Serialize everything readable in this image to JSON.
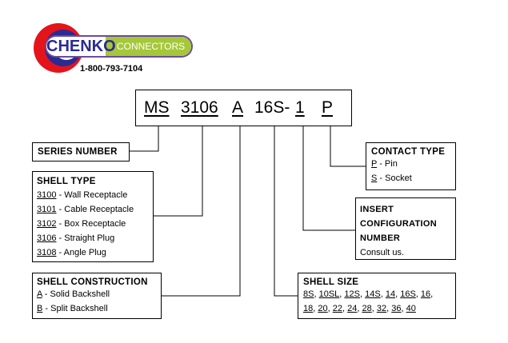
{
  "logo": {
    "brand": "CHENKO",
    "word": "CONNECTORS",
    "phone": "1-800-793-7104",
    "colors": {
      "red": "#e4141b",
      "blue": "#2b2a93",
      "purple": "#6b4c9a",
      "green": "#a5c739"
    }
  },
  "part_number": {
    "segments": [
      {
        "text": "MS",
        "underlined": true
      },
      {
        "text": "3106",
        "underlined": true
      },
      {
        "text": "A",
        "underlined": true
      },
      {
        "text": "16S-",
        "underlined": false
      },
      {
        "text": "1",
        "underlined": true
      },
      {
        "text": "P",
        "underlined": true
      }
    ]
  },
  "series_number": {
    "title": "SERIES NUMBER"
  },
  "shell_type": {
    "title": "SHELL TYPE",
    "items": [
      {
        "code": "3100",
        "desc": " - Wall Receptacle"
      },
      {
        "code": "3101",
        "desc": " - Cable Receptacle"
      },
      {
        "code": "3102",
        "desc": " - Box Receptacle"
      },
      {
        "code": "3106",
        "desc": " - Straight Plug"
      },
      {
        "code": "3108",
        "desc": " - Angle Plug"
      }
    ]
  },
  "shell_construction": {
    "title": "SHELL CONSTRUCTION",
    "items": [
      {
        "code": "A",
        "desc": " - Solid Backshell"
      },
      {
        "code": "B",
        "desc": " - Split Backshell"
      }
    ]
  },
  "contact_type": {
    "title": "CONTACT TYPE",
    "items": [
      {
        "code": "P",
        "desc": " - Pin"
      },
      {
        "code": "S",
        "desc": " - Socket"
      }
    ]
  },
  "insert_configuration": {
    "title_lines": [
      "INSERT",
      "CONFIGURATION",
      "NUMBER"
    ],
    "note": "Consult us."
  },
  "shell_size": {
    "title": "SHELL SIZE",
    "rows": [
      [
        "8S",
        "10SL",
        "12S",
        "14S",
        "14",
        "16S",
        "16"
      ],
      [
        "18",
        "20",
        "22",
        "24",
        "28",
        "32",
        "36",
        "40"
      ]
    ]
  }
}
